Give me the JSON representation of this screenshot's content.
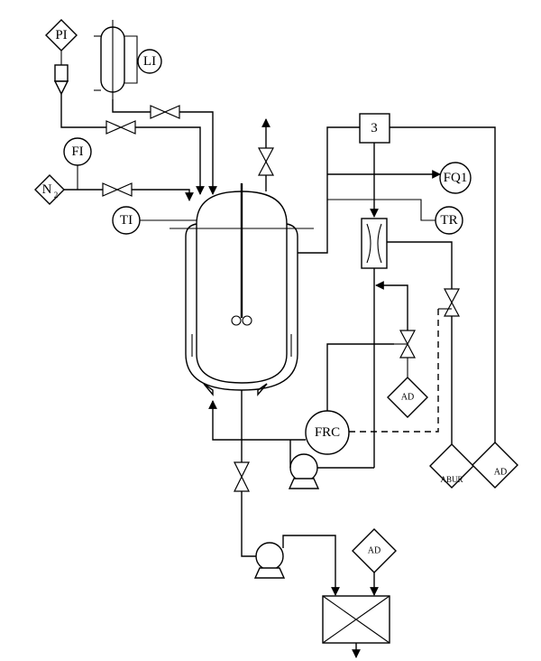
{
  "instruments": {
    "pi": "PI",
    "li": "LI",
    "fi": "FI",
    "n2_main": "N",
    "n2_sub": "2",
    "ti": "TI",
    "box3": "3",
    "fq1": "FQ1",
    "tr": "TR",
    "ad_valve": "AD",
    "frc": "FRC",
    "abur": "ABUR",
    "ad_right": "AD",
    "ad_bottom": "AD"
  }
}
